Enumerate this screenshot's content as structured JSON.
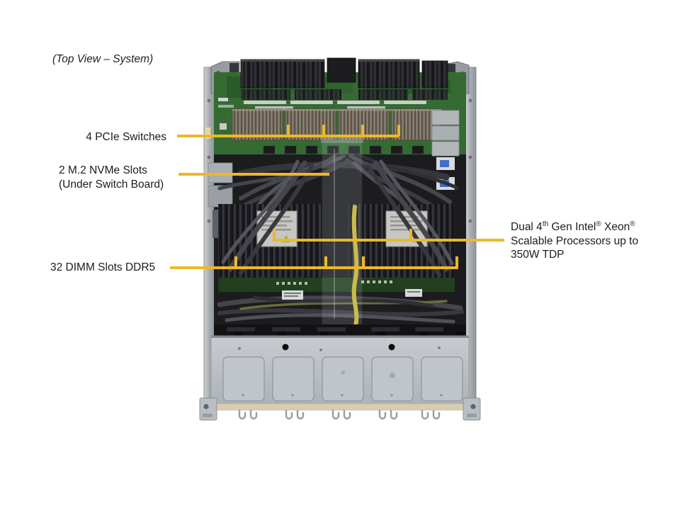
{
  "title": "(Top View – System)",
  "callouts": {
    "color": "#EDB829",
    "pcie_switches": {
      "label": "4 PCIe Switches"
    },
    "m2_slots": {
      "label_line1": "2 M.2 NVMe Slots",
      "label_line2": "(Under Switch Board)"
    },
    "dimm_slots": {
      "label": "32 DIMM Slots DDR5"
    },
    "cpu": {
      "label_parts": {
        "p0": "Dual 4",
        "sup0": "th",
        "p1": " Gen Intel",
        "sup1": "®",
        "p2": " Xeon",
        "sup2": "®"
      },
      "label_line2": "Scalable Processors up to",
      "label_line3": "350W TDP"
    }
  }
}
